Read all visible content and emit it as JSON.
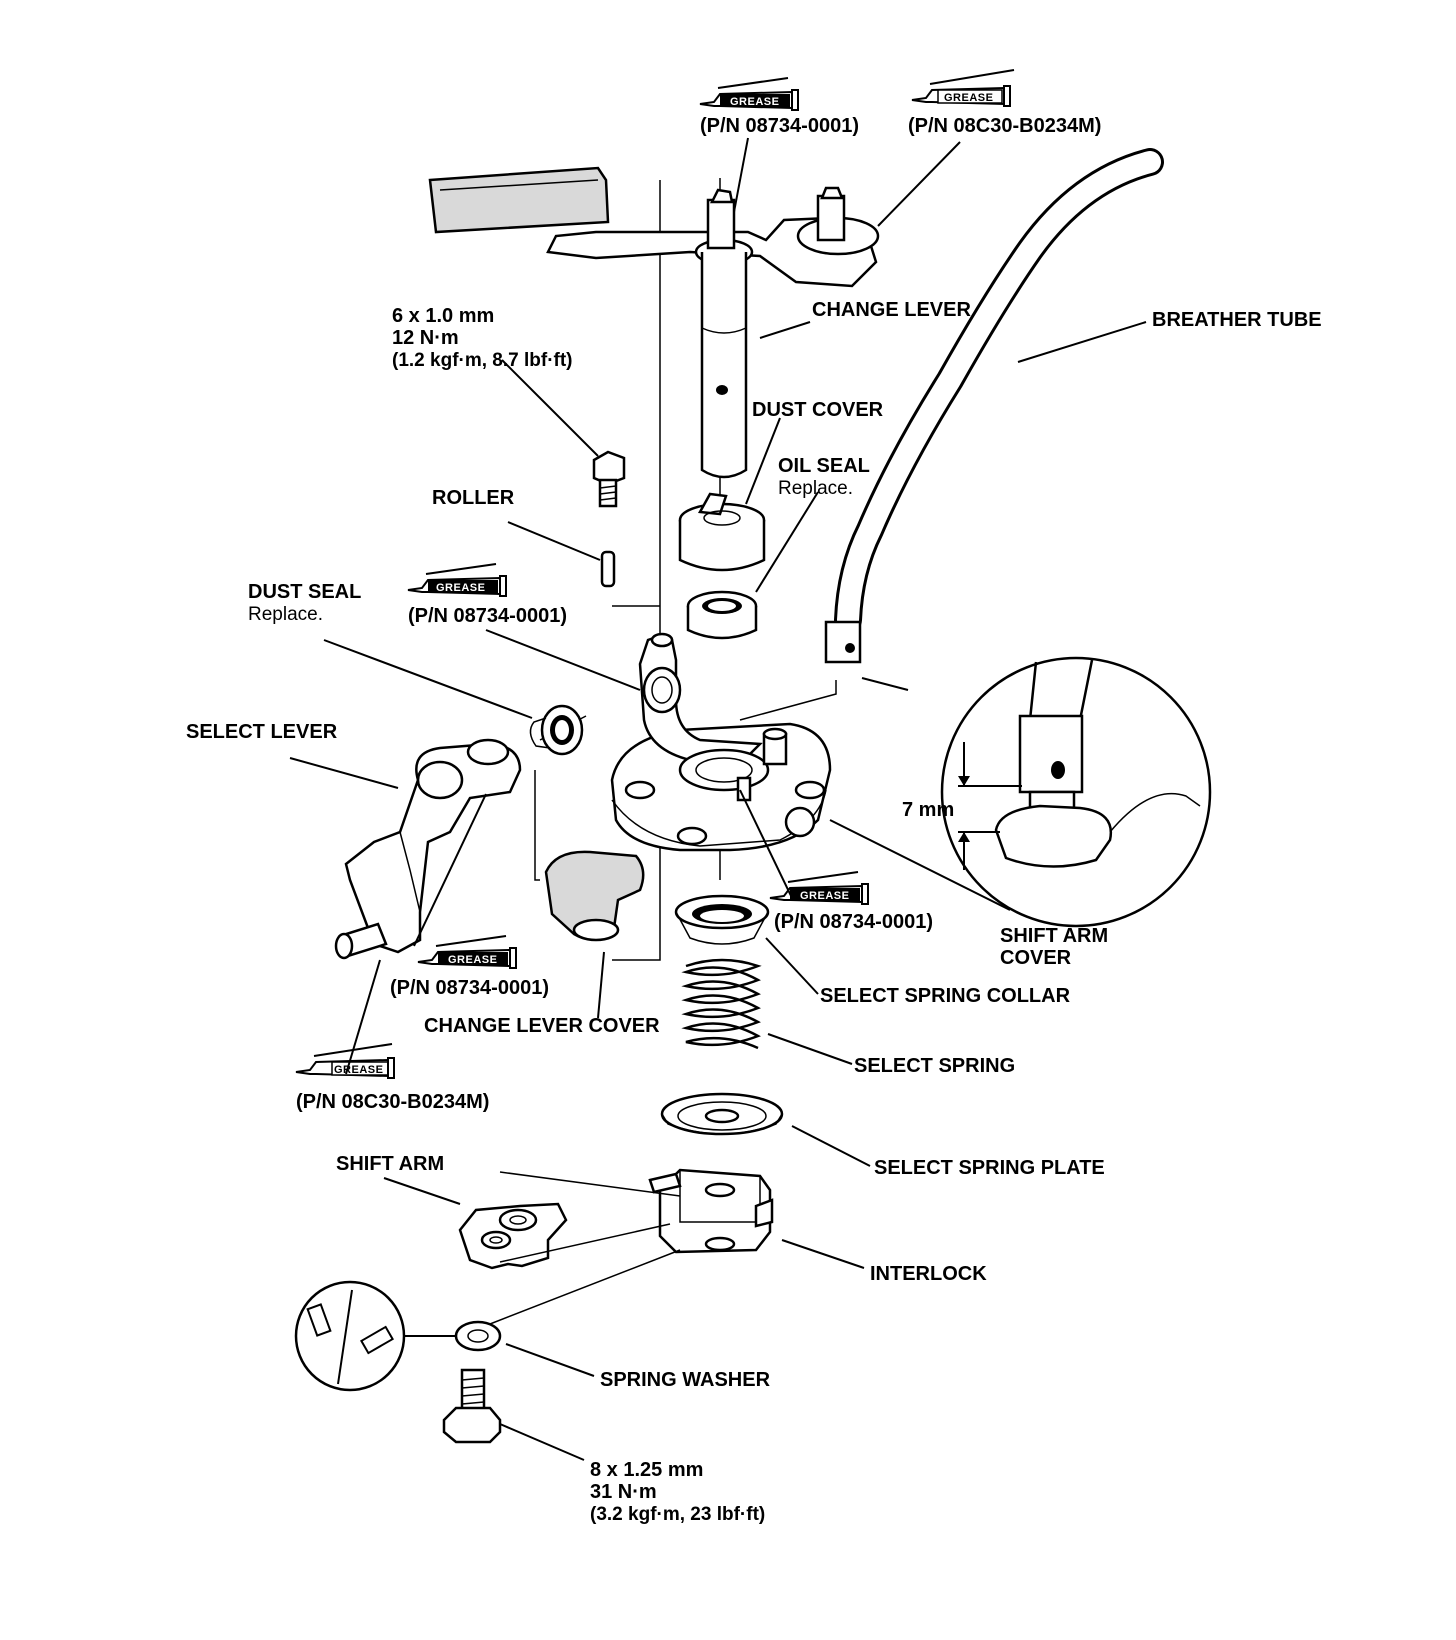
{
  "grease": {
    "tag": "GREASE",
    "pn1": "(P/N 08734-0001)",
    "pn2": "(P/N 08C30-B0234M)"
  },
  "labels": {
    "change_lever": "CHANGE LEVER",
    "breather_tube": "BREATHER TUBE",
    "dust_cover": "DUST COVER",
    "oil_seal": "OIL SEAL",
    "oil_seal_note": "Replace.",
    "roller": "ROLLER",
    "dust_seal": "DUST SEAL",
    "dust_seal_note": "Replace.",
    "select_lever": "SELECT LEVER",
    "shift_arm_cover_1": "SHIFT ARM",
    "shift_arm_cover_2": "COVER",
    "select_spring_collar": "SELECT SPRING COLLAR",
    "change_lever_cover": "CHANGE LEVER COVER",
    "select_spring": "SELECT SPRING",
    "select_spring_plate": "SELECT SPRING PLATE",
    "shift_arm": "SHIFT ARM",
    "interlock": "INTERLOCK",
    "spring_washer": "SPRING WASHER",
    "detail_dim": "7 mm"
  },
  "bolts": {
    "upper": {
      "size": "6 x 1.0 mm",
      "torque": "12 N·m",
      "alt": "(1.2 kgf·m, 8.7 lbf·ft)"
    },
    "lower": {
      "size": "8 x 1.25 mm",
      "torque": "31 N·m",
      "alt": "(3.2 kgf·m, 23 lbf·ft)"
    }
  }
}
